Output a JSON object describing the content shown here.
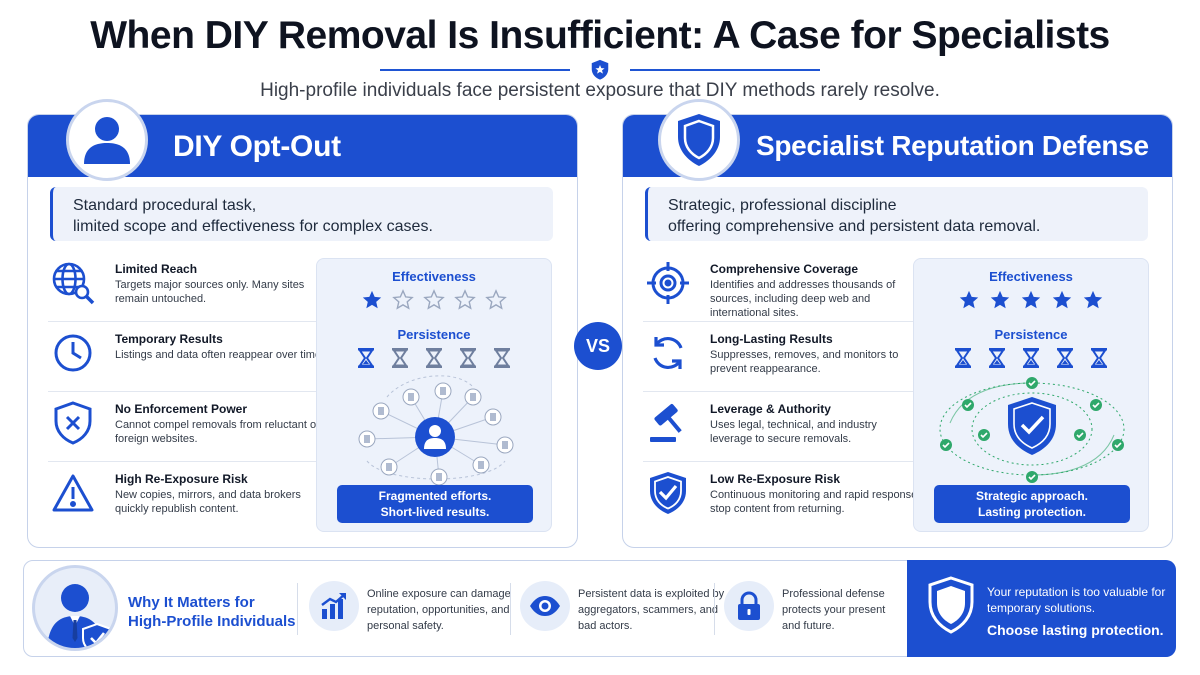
{
  "header": {
    "title": "When DIY Removal Is Insufficient: A Case for Specialists",
    "subtitle": "High-profile individuals face persistent exposure that DIY methods rarely resolve."
  },
  "left": {
    "title": "DIY Opt-Out",
    "desc_line1": "Standard procedural task,",
    "desc_line2": "limited scope and effectiveness for complex cases.",
    "features": [
      {
        "icon": "globe-search-icon",
        "title": "Limited Reach",
        "text": "Targets major sources only. Many sites remain untouched."
      },
      {
        "icon": "clock-icon",
        "title": "Temporary Results",
        "text": "Listings and data often reappear over time."
      },
      {
        "icon": "shield-x-icon",
        "title": "No Enforcement Power",
        "text": "Cannot compel removals from reluctant or foreign websites."
      },
      {
        "icon": "warning-icon",
        "title": "High Re-Exposure Risk",
        "text": "New copies, mirrors, and data brokers quickly republish content."
      }
    ],
    "effectiveness_label": "Effectiveness",
    "effectiveness_stars": 1,
    "persistence_label": "Persistence",
    "banner_line1": "Fragmented efforts.",
    "banner_line2": "Short-lived results."
  },
  "vs": "VS",
  "right": {
    "title": "Specialist Reputation Defense",
    "desc_line1": "Strategic, professional discipline",
    "desc_line2": "offering comprehensive and persistent data removal.",
    "features": [
      {
        "icon": "target-icon",
        "title": "Comprehensive Coverage",
        "text": "Identifies and addresses thousands of sources, including deep web and international sites."
      },
      {
        "icon": "refresh-icon",
        "title": "Long-Lasting Results",
        "text": "Suppresses, removes, and monitors to prevent reappearance."
      },
      {
        "icon": "gavel-icon",
        "title": "Leverage & Authority",
        "text": "Uses legal, technical, and industry leverage to secure removals."
      },
      {
        "icon": "shield-check-icon",
        "title": "Low Re-Exposure Risk",
        "text": "Continuous monitoring and rapid response stop content from returning."
      }
    ],
    "effectiveness_label": "Effectiveness",
    "effectiveness_stars": 5,
    "persistence_label": "Persistence",
    "banner_line1": "Strategic approach.",
    "banner_line2": "Lasting protection."
  },
  "bottom": {
    "why_line1": "Why It Matters for",
    "why_line2": "High-Profile Individuals",
    "items": [
      {
        "icon": "chart-up-icon",
        "text": "Online exposure can damage reputation, opportunities, and personal safety."
      },
      {
        "icon": "eye-icon",
        "text": "Persistent data is exploited by aggregators, scammers, and bad actors."
      },
      {
        "icon": "lock-icon",
        "text": "Professional defense protects your present and future."
      }
    ],
    "cta_text": "Your reputation is too valuable for temporary solutions.",
    "cta_strong": "Choose lasting protection."
  },
  "colors": {
    "brand": "#1c4fd0",
    "check_green": "#2fa86b"
  }
}
